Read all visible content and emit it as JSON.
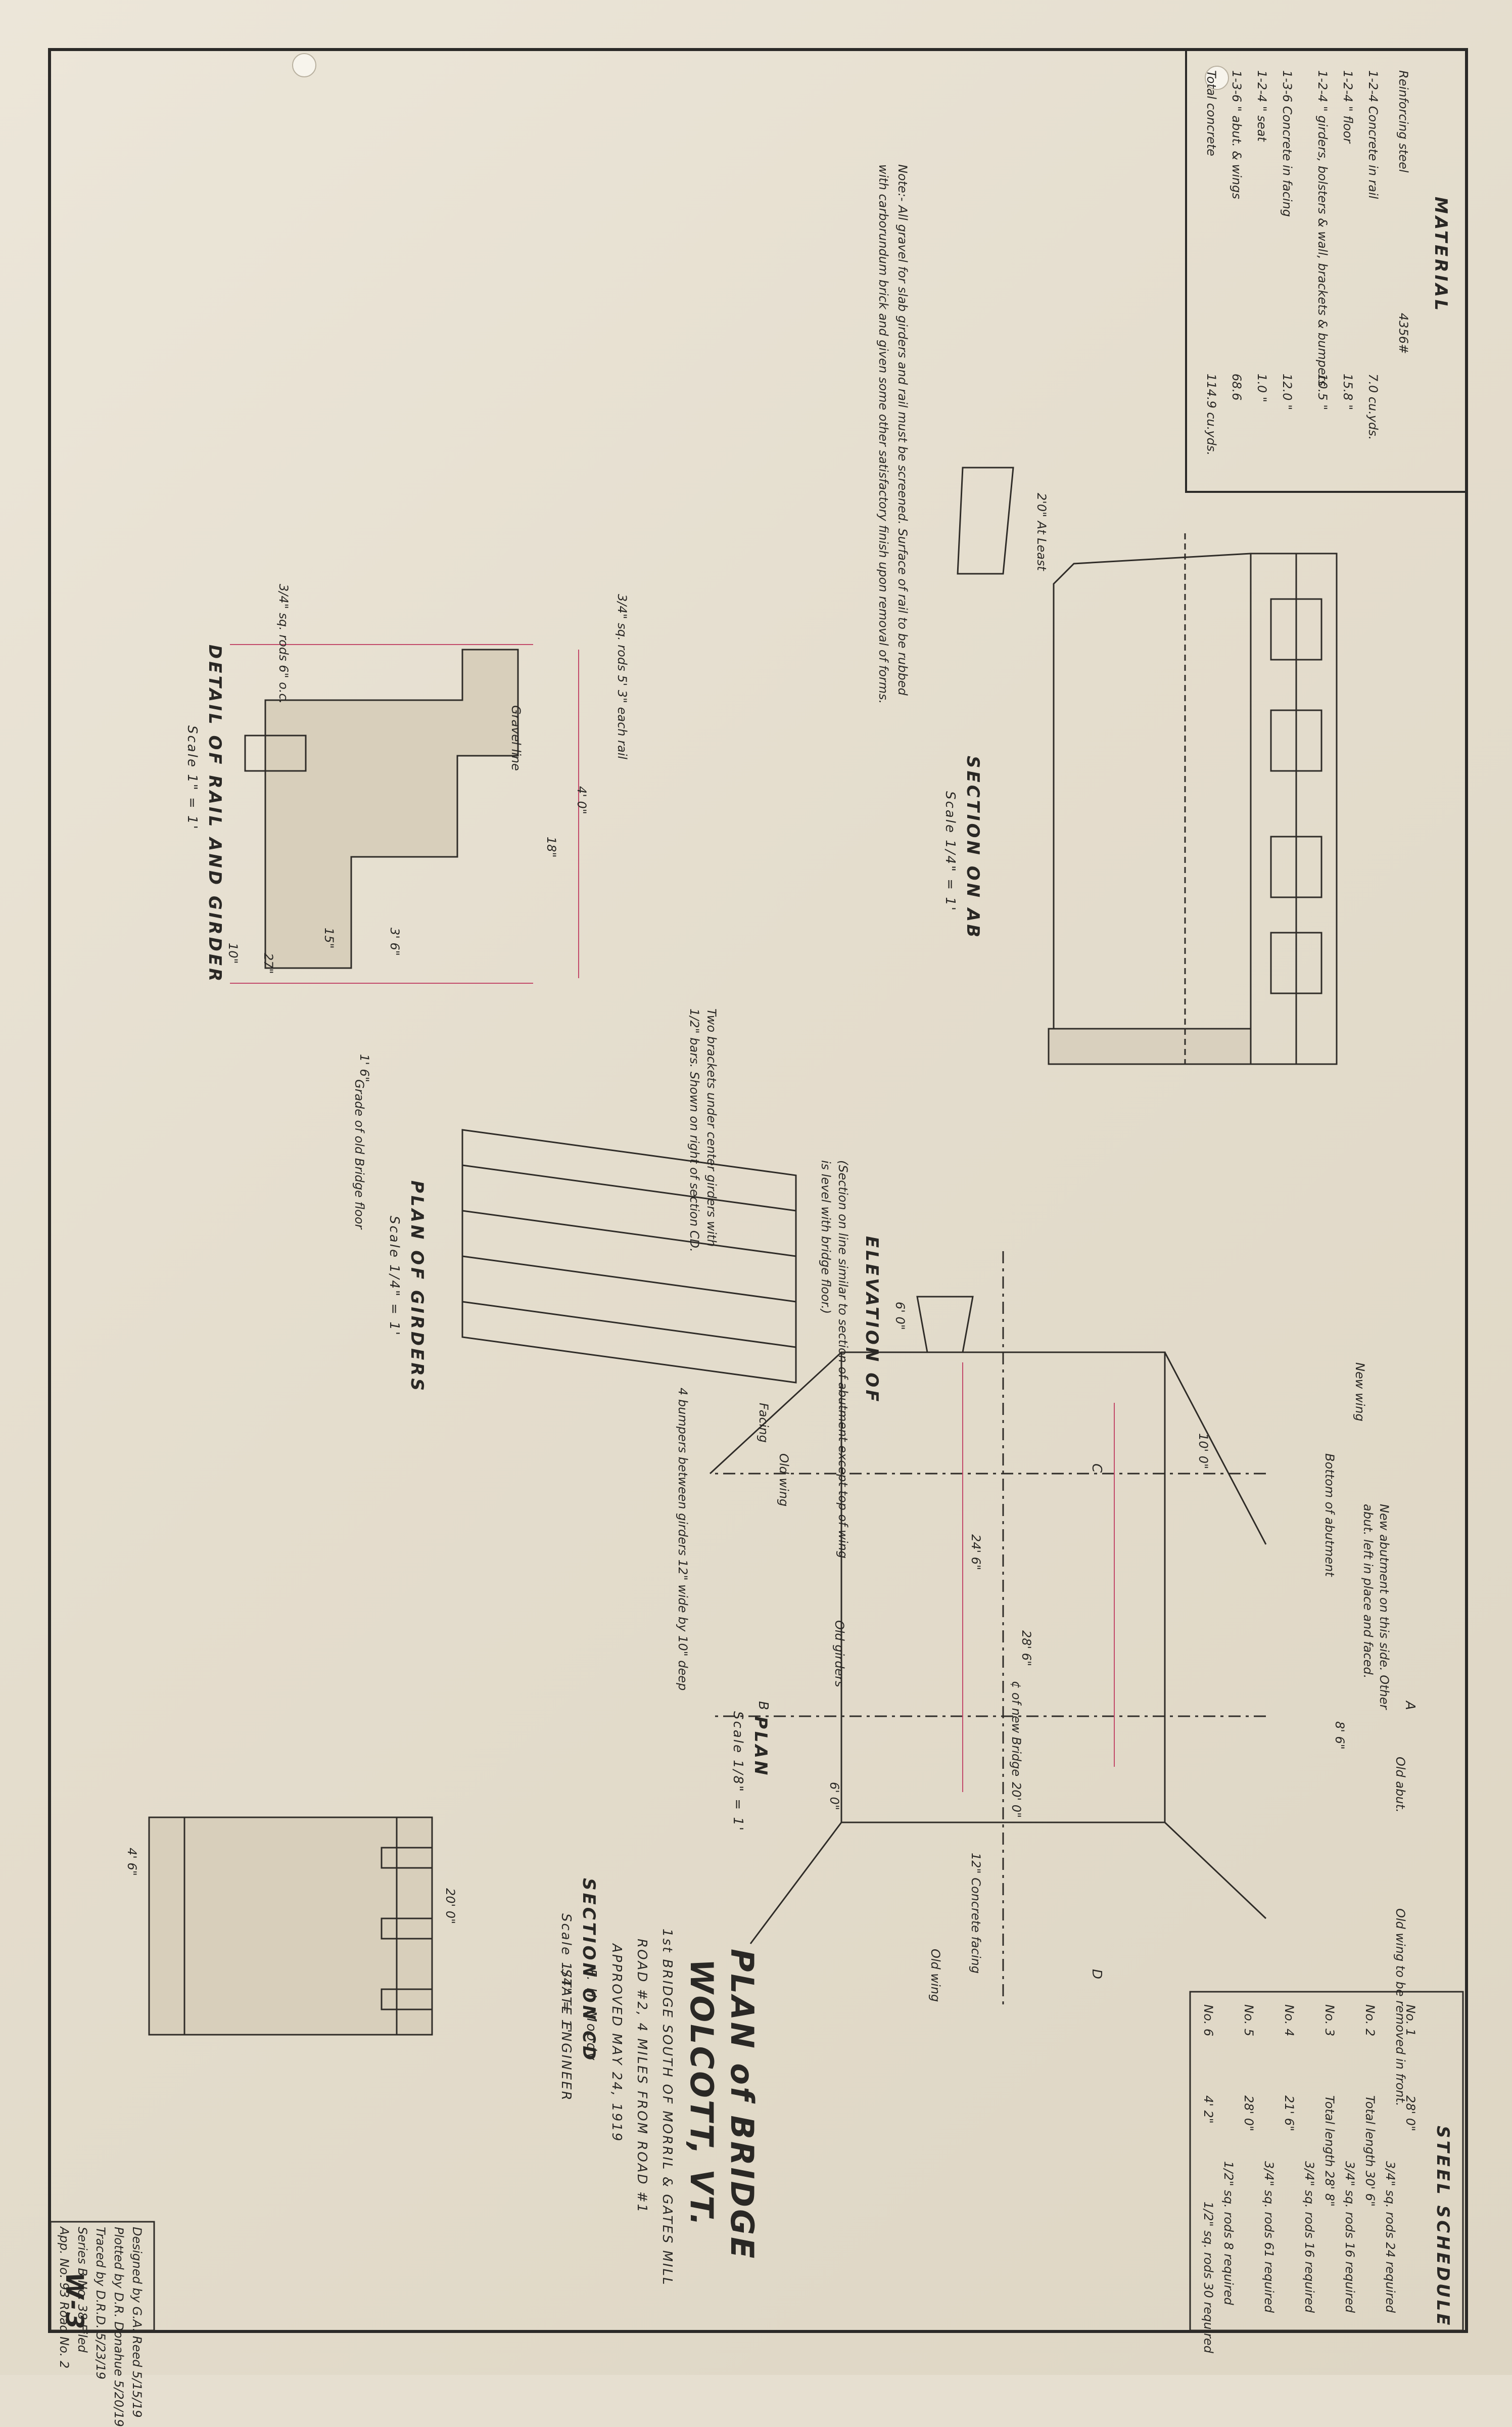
{
  "material": {
    "heading": "MATERIAL",
    "reinforcing_steel_label": "Reinforcing steel",
    "reinforcing_steel_value": "4356#",
    "rows": [
      {
        "label": "1-2-4 Concrete in rail",
        "value": "7.0 cu.yds."
      },
      {
        "label": "1-2-4  \" floor",
        "value": "15.8 \""
      },
      {
        "label": "1-2-4  \" girders, bolsters & wall, brackets & bumpers",
        "value": "10.5 \""
      },
      {
        "label": "1-3-6 Concrete in facing",
        "value": "12.0 \""
      },
      {
        "label": "1-2-4  \" seat",
        "value": "1.0 \""
      },
      {
        "label": "1-3-6  \" abut. & wings",
        "value": "68.6"
      },
      {
        "label": "Total concrete",
        "value": "114.9 cu.yds."
      }
    ]
  },
  "note": {
    "text": "Note:- All gravel for slab girders and rail must be screened. Surface of rail to be rubbed with carborundum brick and given some other satisfactory finish upon removal of forms."
  },
  "section_ab": {
    "title": "SECTION ON AB",
    "scale": "Scale 1/4\" = 1'",
    "at_least": "2'0\" At Least"
  },
  "rail_girder": {
    "title": "DETAIL OF RAIL AND GIRDER",
    "scale": "Scale 1\" = 1'",
    "dims": [
      "4' 0\"",
      "3' 6\"",
      "18\"",
      "15\"",
      "27\"",
      "10\"",
      "1' 6\""
    ],
    "gravel_line": "Gravel line",
    "note_top": "3/4\" sq. rods 6\" o.c.",
    "note_bars": "3/4\" sq. rods 5' 3\" each rail",
    "grade_note": "Grade of old Bridge floor"
  },
  "plan_girders": {
    "title": "PLAN OF GIRDERS",
    "scale": "Scale 1/4\" = 1'",
    "note": "Two brackets under center girders with 1/2\" bars. Shown on right of section CD.",
    "bumpers": "4 bumpers between girders 12\" wide by 10\" deep"
  },
  "elevation": {
    "title": "ELEVATION OF",
    "subtitle": "(Section on line similar to section of abutment except top of wing is level with bridge floor.)",
    "dim": "6' 0\""
  },
  "section_cd": {
    "title": "SECTION ON CD",
    "scale": "Scale 1/4\" = 1'",
    "dims": [
      "20' 0\"",
      "4' 6\""
    ]
  },
  "plan": {
    "title": "PLAN",
    "scale": "Scale 1/8\" = 1'",
    "dims": [
      "24' 6\"",
      "28' 6\"",
      "20' 0\"",
      "8' 6\"",
      "10' 0\"",
      "6' 0\""
    ],
    "labels": [
      "Facing",
      "Old wing",
      "Old girders",
      "New wing",
      "12\" Concrete facing",
      "Old wing",
      "Bottom of abutment",
      "New abutment on this side. Other abut. left in place and faced.",
      "Old abut.",
      "Old wing to be removed in front."
    ],
    "center_line": "¢ of new Bridge",
    "points": [
      "A",
      "B",
      "C",
      "D"
    ]
  },
  "title_block": {
    "title_line1": "PLAN of BRIDGE",
    "title_line2": "WOLCOTT, VT.",
    "desc1": "1st BRIDGE SOUTH OF MORRIL & GATES MILL",
    "desc2": "ROAD #2, 4 MILES FROM ROAD #1",
    "approved": "APPROVED MAY 24, 1919",
    "signature": "F. H. Moody",
    "engineer": "STATE ENGINEER"
  },
  "credits": [
    "Designed by G.A. Reed 5/15/19",
    "Plotted by D.R. Donahue 5/20/19",
    "Traced by D.R.D. 5/23/19",
    "Series B No. 38 Filed",
    "App. No. 93 Road No. 2"
  ],
  "sheet_number": "W-3",
  "steel_schedule": {
    "heading": "STEEL SCHEDULE",
    "items": [
      {
        "no": "No. 1",
        "detail": "28' 0\"",
        "req": "3/4\" sq. rods 24 required"
      },
      {
        "no": "No. 2",
        "detail": "Total length 30' 6\"",
        "req": "3/4\" sq. rods 16 required"
      },
      {
        "no": "No. 3",
        "detail": "Total length 28' 8\"",
        "req": "3/4\" sq. rods 16 required"
      },
      {
        "no": "No. 4",
        "detail": "21' 6\"",
        "req": "3/4\" sq. rods 61 required"
      },
      {
        "no": "No. 5",
        "detail": "28' 0\"",
        "req": "1/2\" sq. rods 8 required"
      },
      {
        "no": "No. 6",
        "detail": "4' 2\"",
        "req": "1/2\" sq. rods 30 required"
      }
    ]
  }
}
